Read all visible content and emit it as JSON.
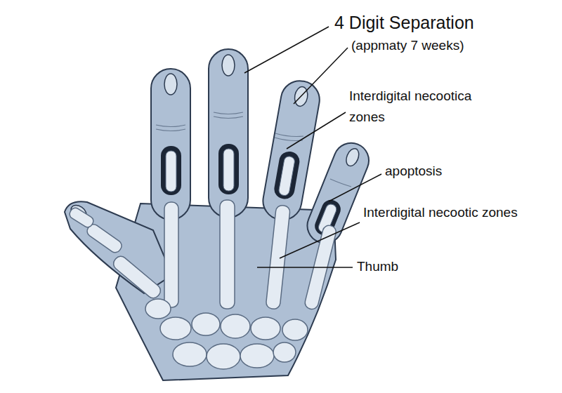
{
  "diagram": {
    "title": "4 Digit Separation",
    "labels": [
      "(appmaty 7 weeks)",
      "Interdigital necootica zones",
      "apoptosis",
      "Interdigital necootic zones",
      "Thumb"
    ]
  }
}
